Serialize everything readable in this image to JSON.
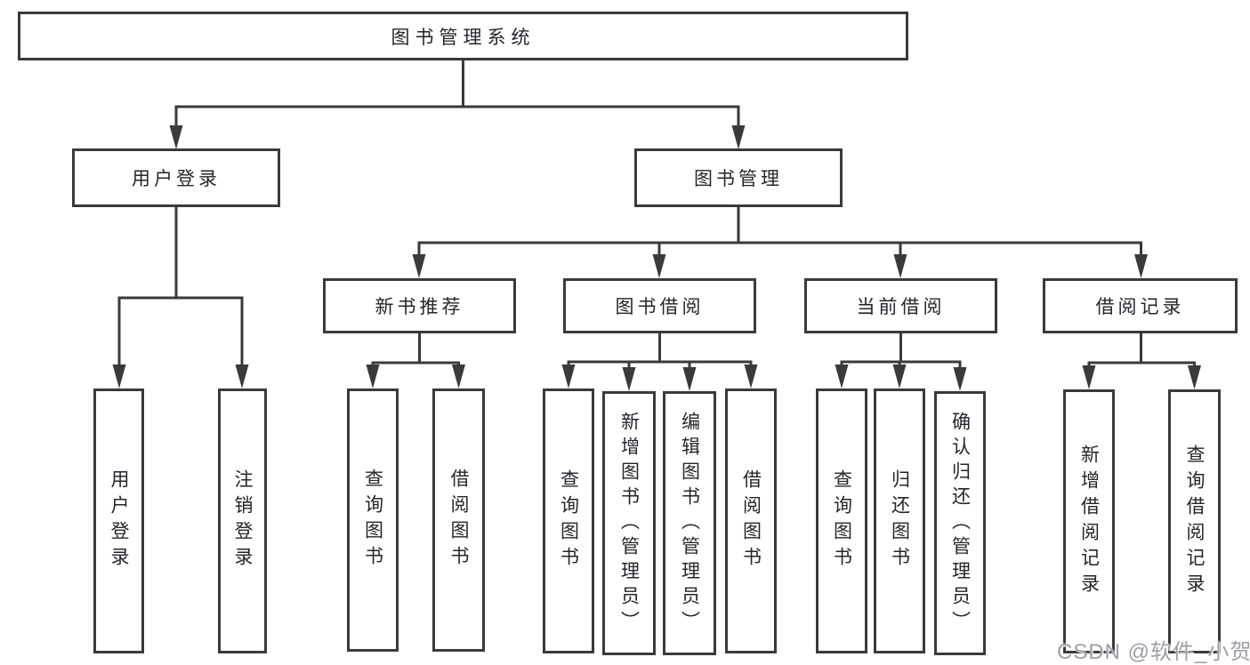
{
  "tree": {
    "root": {
      "label": "图书管理系统",
      "children": [
        {
          "label": "用户登录",
          "children": [
            {
              "label": "用户登录"
            },
            {
              "label": "注销登录"
            }
          ]
        },
        {
          "label": "图书管理",
          "children": [
            {
              "label": "新书推荐",
              "children": [
                {
                  "label": "查询图书"
                },
                {
                  "label": "借阅图书"
                }
              ]
            },
            {
              "label": "图书借阅",
              "children": [
                {
                  "label": "查询图书"
                },
                {
                  "label": "新增图书（管理员）"
                },
                {
                  "label": "编辑图书（管理员）"
                },
                {
                  "label": "借阅图书"
                }
              ]
            },
            {
              "label": "当前借阅",
              "children": [
                {
                  "label": "查询图书"
                },
                {
                  "label": "归还图书"
                },
                {
                  "label": "确认归还（管理员）"
                }
              ]
            },
            {
              "label": "借阅记录",
              "children": [
                {
                  "label": "新增借阅记录"
                },
                {
                  "label": "查询借阅记录"
                }
              ]
            }
          ]
        }
      ]
    }
  },
  "watermark": {
    "text": "CSDN @软件_小贺同学"
  },
  "colors": {
    "line": "#3a3a3a",
    "text": "#24262b",
    "watermark": "#9ba0a6",
    "background": "#ffffff"
  }
}
